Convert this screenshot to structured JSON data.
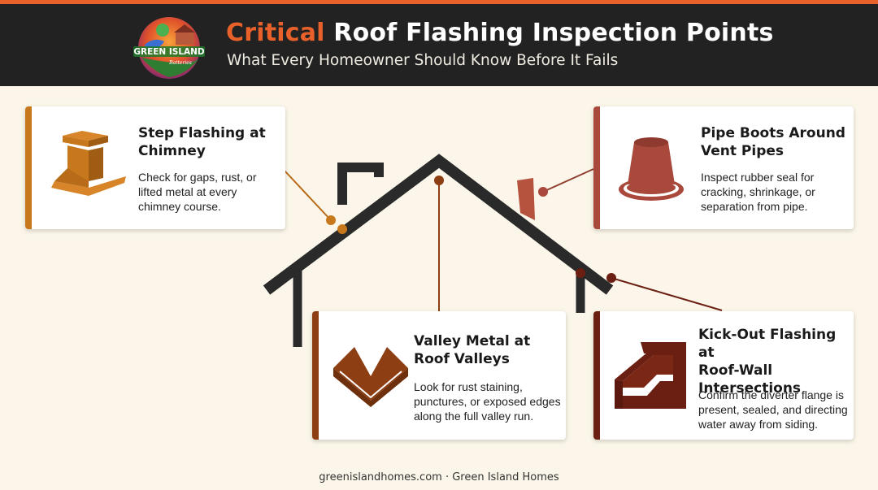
{
  "header": {
    "title_accent": "Critical",
    "title_rest": " Roof Flashing Inspection Points",
    "subtitle": "What Every Homeowner Should Know Before It Fails",
    "logo_text": "GREEN ISLAND",
    "logo_subtext": "Batteries"
  },
  "colors": {
    "accent": "#e8602a",
    "header_bg": "#222222",
    "page_bg": "#fbf6e9",
    "step": "#c8781c",
    "pipe": "#a8493b",
    "valley": "#8d3e12",
    "kick": "#6b1e12"
  },
  "cards": {
    "step": {
      "title_1": "Step Flashing at",
      "title_2": "Chimney",
      "desc_1": "Check for gaps, rust, or",
      "desc_2": "lifted metal at every",
      "desc_3": "chimney course.",
      "icon": "chimney-flashing-icon"
    },
    "pipe": {
      "title_1": "Pipe Boots Around",
      "title_2": "Vent Pipes",
      "desc_1": "Inspect rubber seal for",
      "desc_2": "cracking, shrinkage, or",
      "desc_3": "separation from pipe.",
      "icon": "pipe-boot-icon"
    },
    "valley": {
      "title_1": "Valley Metal at",
      "title_2": "Roof Valleys",
      "desc_1": "Look for rust staining,",
      "desc_2": "punctures, or exposed edges",
      "desc_3": "along the full valley run.",
      "icon": "valley-metal-icon"
    },
    "kick": {
      "title_1": "Kick-Out Flashing at",
      "title_2": "Roof-Wall",
      "title_3": "Intersections",
      "desc_1": "Confirm the diverter flange is",
      "desc_2": "present, sealed, and directing",
      "desc_3": "water away from siding.",
      "icon": "kick-out-flashing-icon"
    }
  },
  "footer": {
    "text": "greenislandhomes.com · Green Island Homes"
  }
}
